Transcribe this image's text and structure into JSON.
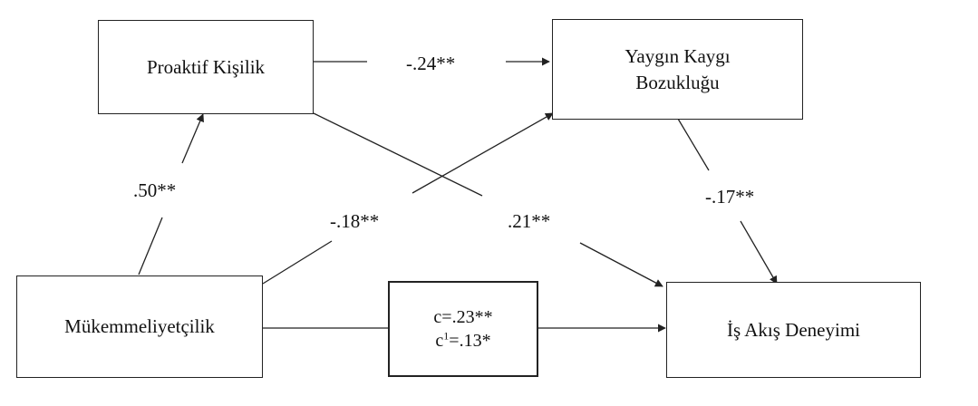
{
  "nodes": {
    "proactive": "Proaktif Kişilik",
    "gad_line1": "Yaygın Kaygı",
    "gad_line2": "Bozukluğu",
    "perfectionism": "Mükemmeliyetçilik",
    "flow": "İş Akış Deneyimi"
  },
  "paths": {
    "pro_to_gad": "-.24**",
    "perf_to_pro": ".50**",
    "perf_to_gad": "-.18**",
    "pro_to_flow": ".21**",
    "gad_to_flow": "-.17**",
    "total_effect_prefix": "c=.23**",
    "direct_effect_c": "c",
    "direct_effect_sup": "1",
    "direct_effect_value": "=.13*"
  }
}
